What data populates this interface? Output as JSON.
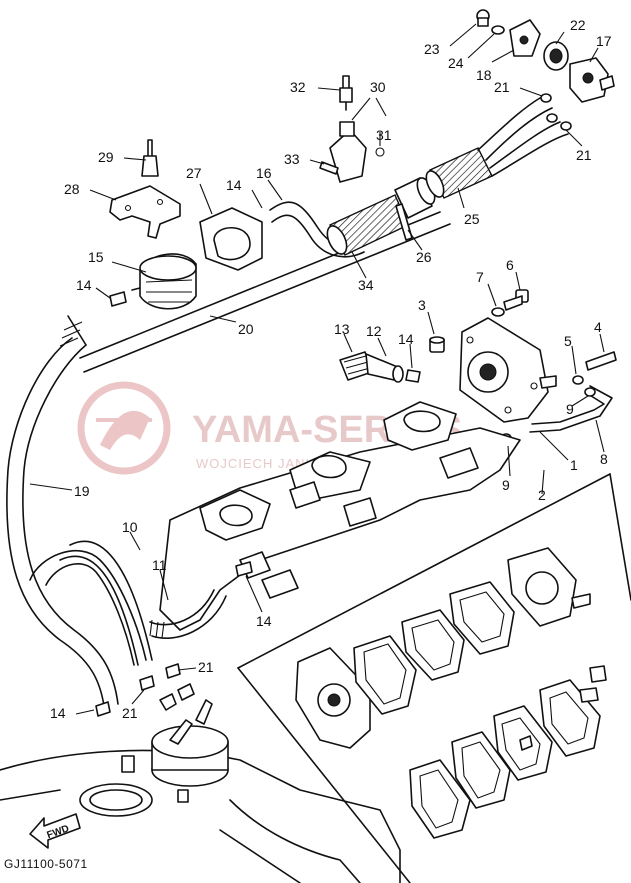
{
  "diagram": {
    "drawing_code": "GJ11100-5071",
    "direction_marker": "FWD",
    "watermark": {
      "title": "YAMA-SERWIS",
      "subtitle": "WOJCIECH JANKOWSKI - DESIGN YAMAHA"
    },
    "callouts": [
      {
        "id": "c-23",
        "label": "23"
      },
      {
        "id": "c-24",
        "label": "24"
      },
      {
        "id": "c-18",
        "label": "18"
      },
      {
        "id": "c-22",
        "label": "22"
      },
      {
        "id": "c-17",
        "label": "17"
      },
      {
        "id": "c-21a",
        "label": "21"
      },
      {
        "id": "c-21b",
        "label": "21"
      },
      {
        "id": "c-32",
        "label": "32"
      },
      {
        "id": "c-30",
        "label": "30"
      },
      {
        "id": "c-31",
        "label": "31"
      },
      {
        "id": "c-33",
        "label": "33"
      },
      {
        "id": "c-29",
        "label": "29"
      },
      {
        "id": "c-27",
        "label": "27"
      },
      {
        "id": "c-14a",
        "label": "14"
      },
      {
        "id": "c-16",
        "label": "16"
      },
      {
        "id": "c-28",
        "label": "28"
      },
      {
        "id": "c-25",
        "label": "25"
      },
      {
        "id": "c-26",
        "label": "26"
      },
      {
        "id": "c-34",
        "label": "34"
      },
      {
        "id": "c-15",
        "label": "15"
      },
      {
        "id": "c-14b",
        "label": "14"
      },
      {
        "id": "c-7",
        "label": "7"
      },
      {
        "id": "c-6",
        "label": "6"
      },
      {
        "id": "c-3",
        "label": "3"
      },
      {
        "id": "c-20",
        "label": "20"
      },
      {
        "id": "c-13",
        "label": "13"
      },
      {
        "id": "c-12",
        "label": "12"
      },
      {
        "id": "c-14c",
        "label": "14"
      },
      {
        "id": "c-5",
        "label": "5"
      },
      {
        "id": "c-4",
        "label": "4"
      },
      {
        "id": "c-9a",
        "label": "9"
      },
      {
        "id": "c-8",
        "label": "8"
      },
      {
        "id": "c-1",
        "label": "1"
      },
      {
        "id": "c-9b",
        "label": "9"
      },
      {
        "id": "c-2",
        "label": "2"
      },
      {
        "id": "c-19",
        "label": "19"
      },
      {
        "id": "c-10",
        "label": "10"
      },
      {
        "id": "c-11",
        "label": "11"
      },
      {
        "id": "c-14d",
        "label": "14"
      },
      {
        "id": "c-21c",
        "label": "21"
      },
      {
        "id": "c-14e",
        "label": "14"
      },
      {
        "id": "c-21d",
        "label": "21"
      }
    ]
  }
}
